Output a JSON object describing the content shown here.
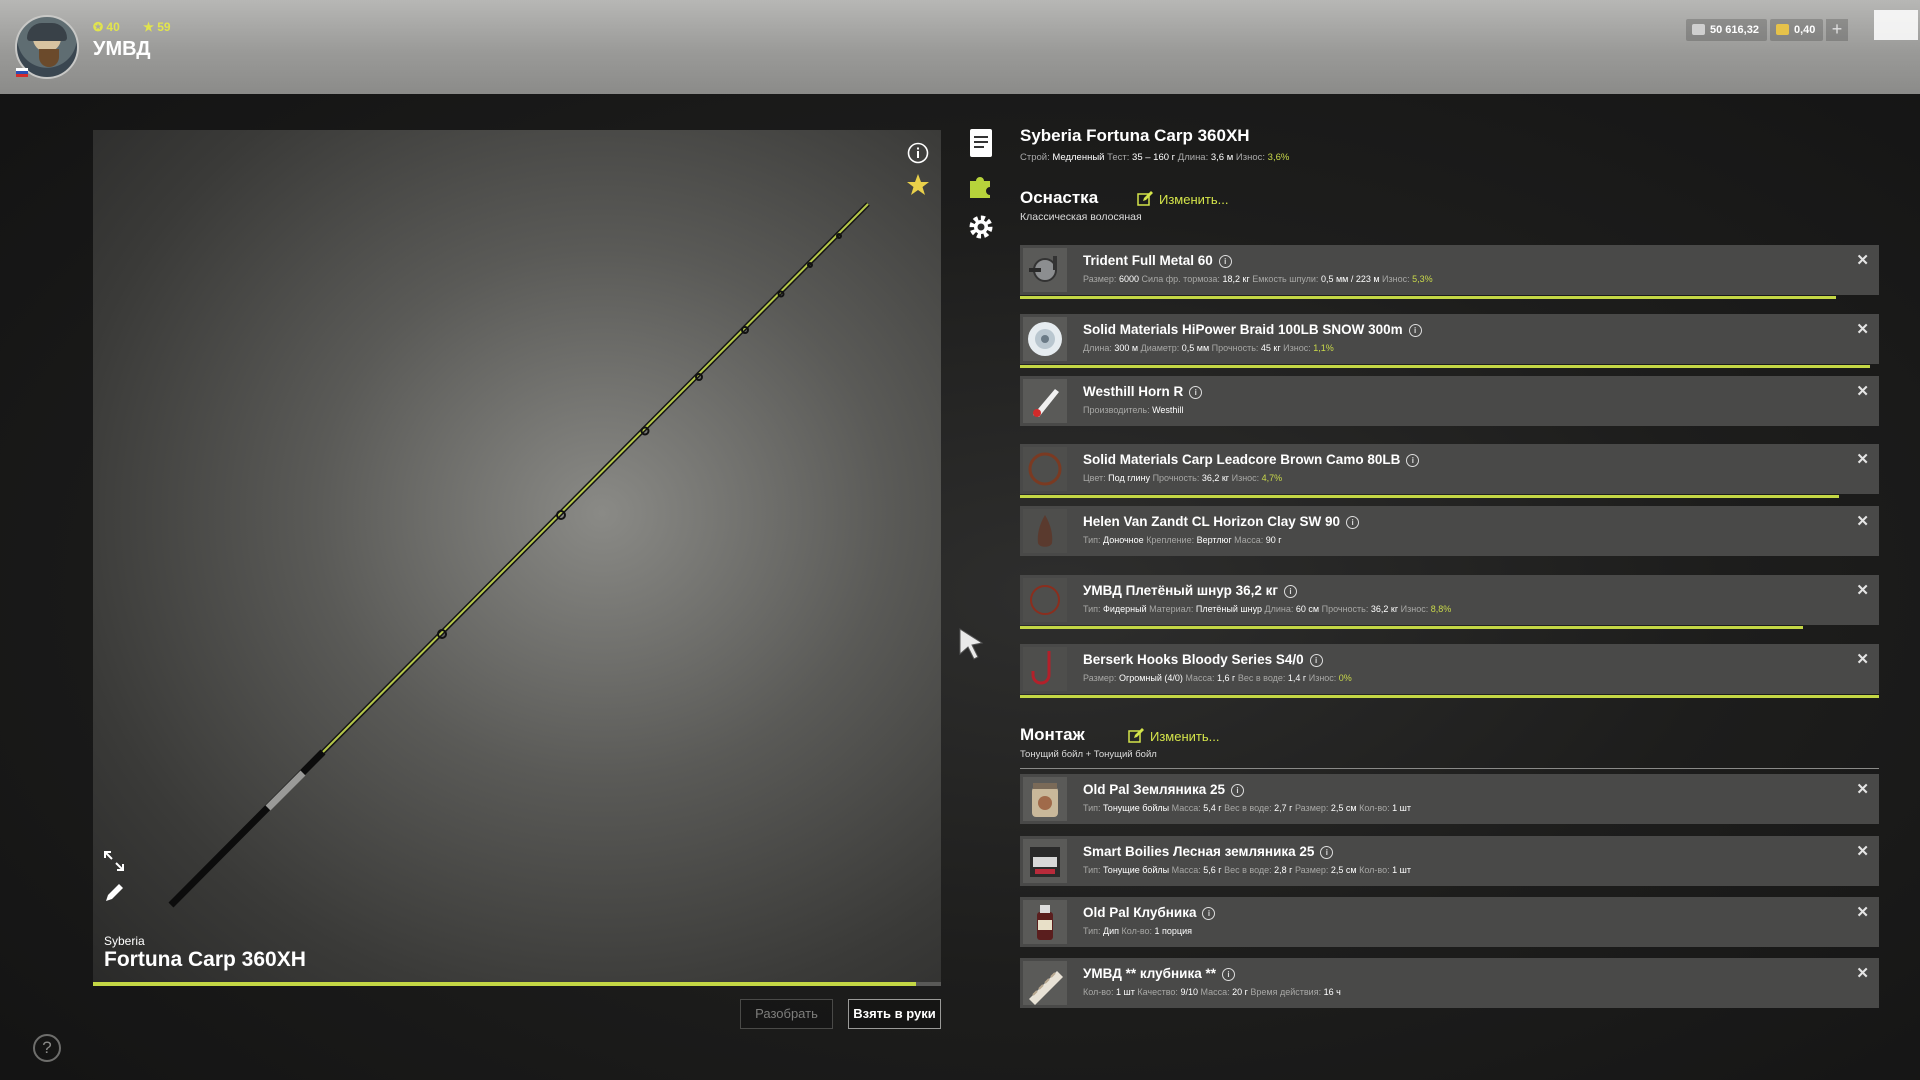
{
  "player": {
    "level": "40",
    "rank": "59",
    "name": "УМВД"
  },
  "currency": {
    "silver": "50 616,32",
    "gold": "0,40",
    "plus": "+"
  },
  "rod": {
    "brand": "Syberia",
    "name": "Fortuna Carp 360XH",
    "full_title": "Syberia Fortuna Carp 360XH",
    "durability_fraction": 0.97,
    "specs": [
      {
        "label": "Строй:",
        "value": "Медленный"
      },
      {
        "label": "Тест:",
        "value": "35 – 160 г"
      },
      {
        "label": "Длина:",
        "value": "3,6 м"
      },
      {
        "label": "Износ:",
        "value": "3,6%",
        "warn": true
      }
    ]
  },
  "buttons": {
    "disassemble": "Разобрать",
    "take": "Взять в руки",
    "help": "?"
  },
  "rig": {
    "title": "Оснастка",
    "change": "Изменить...",
    "type": "Классическая волосяная",
    "items": [
      {
        "name": "Trident Full Metal 60",
        "thumb": "reel",
        "bar": 0.95,
        "details": [
          {
            "l": "Размер:",
            "v": "6000"
          },
          {
            "l": "Сила фр. тормоза:",
            "v": "18,2 кг"
          },
          {
            "l": "Емкость шпули:",
            "v": "0,5 мм / 223 м"
          },
          {
            "l": "Износ:",
            "v": "5,3%",
            "w": true
          }
        ]
      },
      {
        "name": "Solid Materials HiPower Braid 100LB SNOW 300m",
        "thumb": "line",
        "bar": 0.99,
        "details": [
          {
            "l": "Длина:",
            "v": "300 м"
          },
          {
            "l": "Диаметр:",
            "v": "0,5 мм"
          },
          {
            "l": "Прочность:",
            "v": "45 кг"
          },
          {
            "l": "Износ:",
            "v": "1,1%",
            "w": true
          }
        ]
      },
      {
        "name": "Westhill Horn R",
        "thumb": "bite",
        "bar": null,
        "details": [
          {
            "l": "Производитель:",
            "v": "Westhill"
          }
        ]
      },
      {
        "name": "Solid Materials Carp Leadcore Brown Camo 80LB",
        "thumb": "leadcore",
        "bar": 0.953,
        "details": [
          {
            "l": "Цвет:",
            "v": "Под глину"
          },
          {
            "l": "Прочность:",
            "v": "36,2 кг"
          },
          {
            "l": "Износ:",
            "v": "4,7%",
            "w": true
          }
        ]
      },
      {
        "name": "Helen Van Zandt CL Horizon Clay SW 90",
        "thumb": "sinker",
        "bar": null,
        "details": [
          {
            "l": "Тип:",
            "v": "Доночное"
          },
          {
            "l": "Крепление:",
            "v": "Вертлюг"
          },
          {
            "l": "Масса:",
            "v": "90 г"
          }
        ]
      },
      {
        "name": "УМВД Плетёный шнур 36,2 кг",
        "thumb": "leader",
        "bar": 0.912,
        "details": [
          {
            "l": "Тип:",
            "v": "Фидерный"
          },
          {
            "l": "Материал:",
            "v": "Плетёный шнур"
          },
          {
            "l": "Длина:",
            "v": "60 см"
          },
          {
            "l": "Прочность:",
            "v": "36,2 кг"
          },
          {
            "l": "Износ:",
            "v": "8,8%",
            "w": true
          }
        ]
      },
      {
        "name": "Berserk Hooks Bloody Series S4/0",
        "thumb": "hook",
        "bar": 1.0,
        "details": [
          {
            "l": "Размер:",
            "v": "Огромный (4/0)"
          },
          {
            "l": "Масса:",
            "v": "1,6 г"
          },
          {
            "l": "Вес в воде:",
            "v": "1,4 г"
          },
          {
            "l": "Износ:",
            "v": "0%",
            "w": true
          }
        ]
      }
    ]
  },
  "mount": {
    "title": "Монтаж",
    "change": "Изменить...",
    "type": "Тонущий бойл + Тонущий бойл",
    "items": [
      {
        "name": "Old Pal Земляника 25",
        "thumb": "jar",
        "details": [
          {
            "l": "Тип:",
            "v": "Тонущие бойлы"
          },
          {
            "l": "Масса:",
            "v": "5,4 г"
          },
          {
            "l": "Вес в воде:",
            "v": "2,7 г"
          },
          {
            "l": "Размер:",
            "v": "2,5 см"
          },
          {
            "l": "Кол-во:",
            "v": "1 шт"
          }
        ]
      },
      {
        "name": "Smart Boilies Лесная земляника 25",
        "thumb": "bag",
        "details": [
          {
            "l": "Тип:",
            "v": "Тонущие бойлы"
          },
          {
            "l": "Масса:",
            "v": "5,6 г"
          },
          {
            "l": "Вес в воде:",
            "v": "2,8 г"
          },
          {
            "l": "Размер:",
            "v": "2,5 см"
          },
          {
            "l": "Кол-во:",
            "v": "1 шт"
          }
        ]
      },
      {
        "name": "Old Pal Клубника",
        "thumb": "bottle",
        "details": [
          {
            "l": "Тип:",
            "v": "Дип"
          },
          {
            "l": "Кол-во:",
            "v": "1 порция"
          }
        ]
      },
      {
        "name": "УМВД ** клубника **",
        "thumb": "pva",
        "details": [
          {
            "l": "Кол-во:",
            "v": "1 шт"
          },
          {
            "l": "Качество:",
            "v": "9/10"
          },
          {
            "l": "Масса:",
            "v": "20 г"
          },
          {
            "l": "Время действия:",
            "v": "16 ч"
          }
        ]
      }
    ]
  },
  "colors": {
    "accent": "#c4d745",
    "warn_text": "#c9d94a",
    "item_bg": "#494948"
  }
}
